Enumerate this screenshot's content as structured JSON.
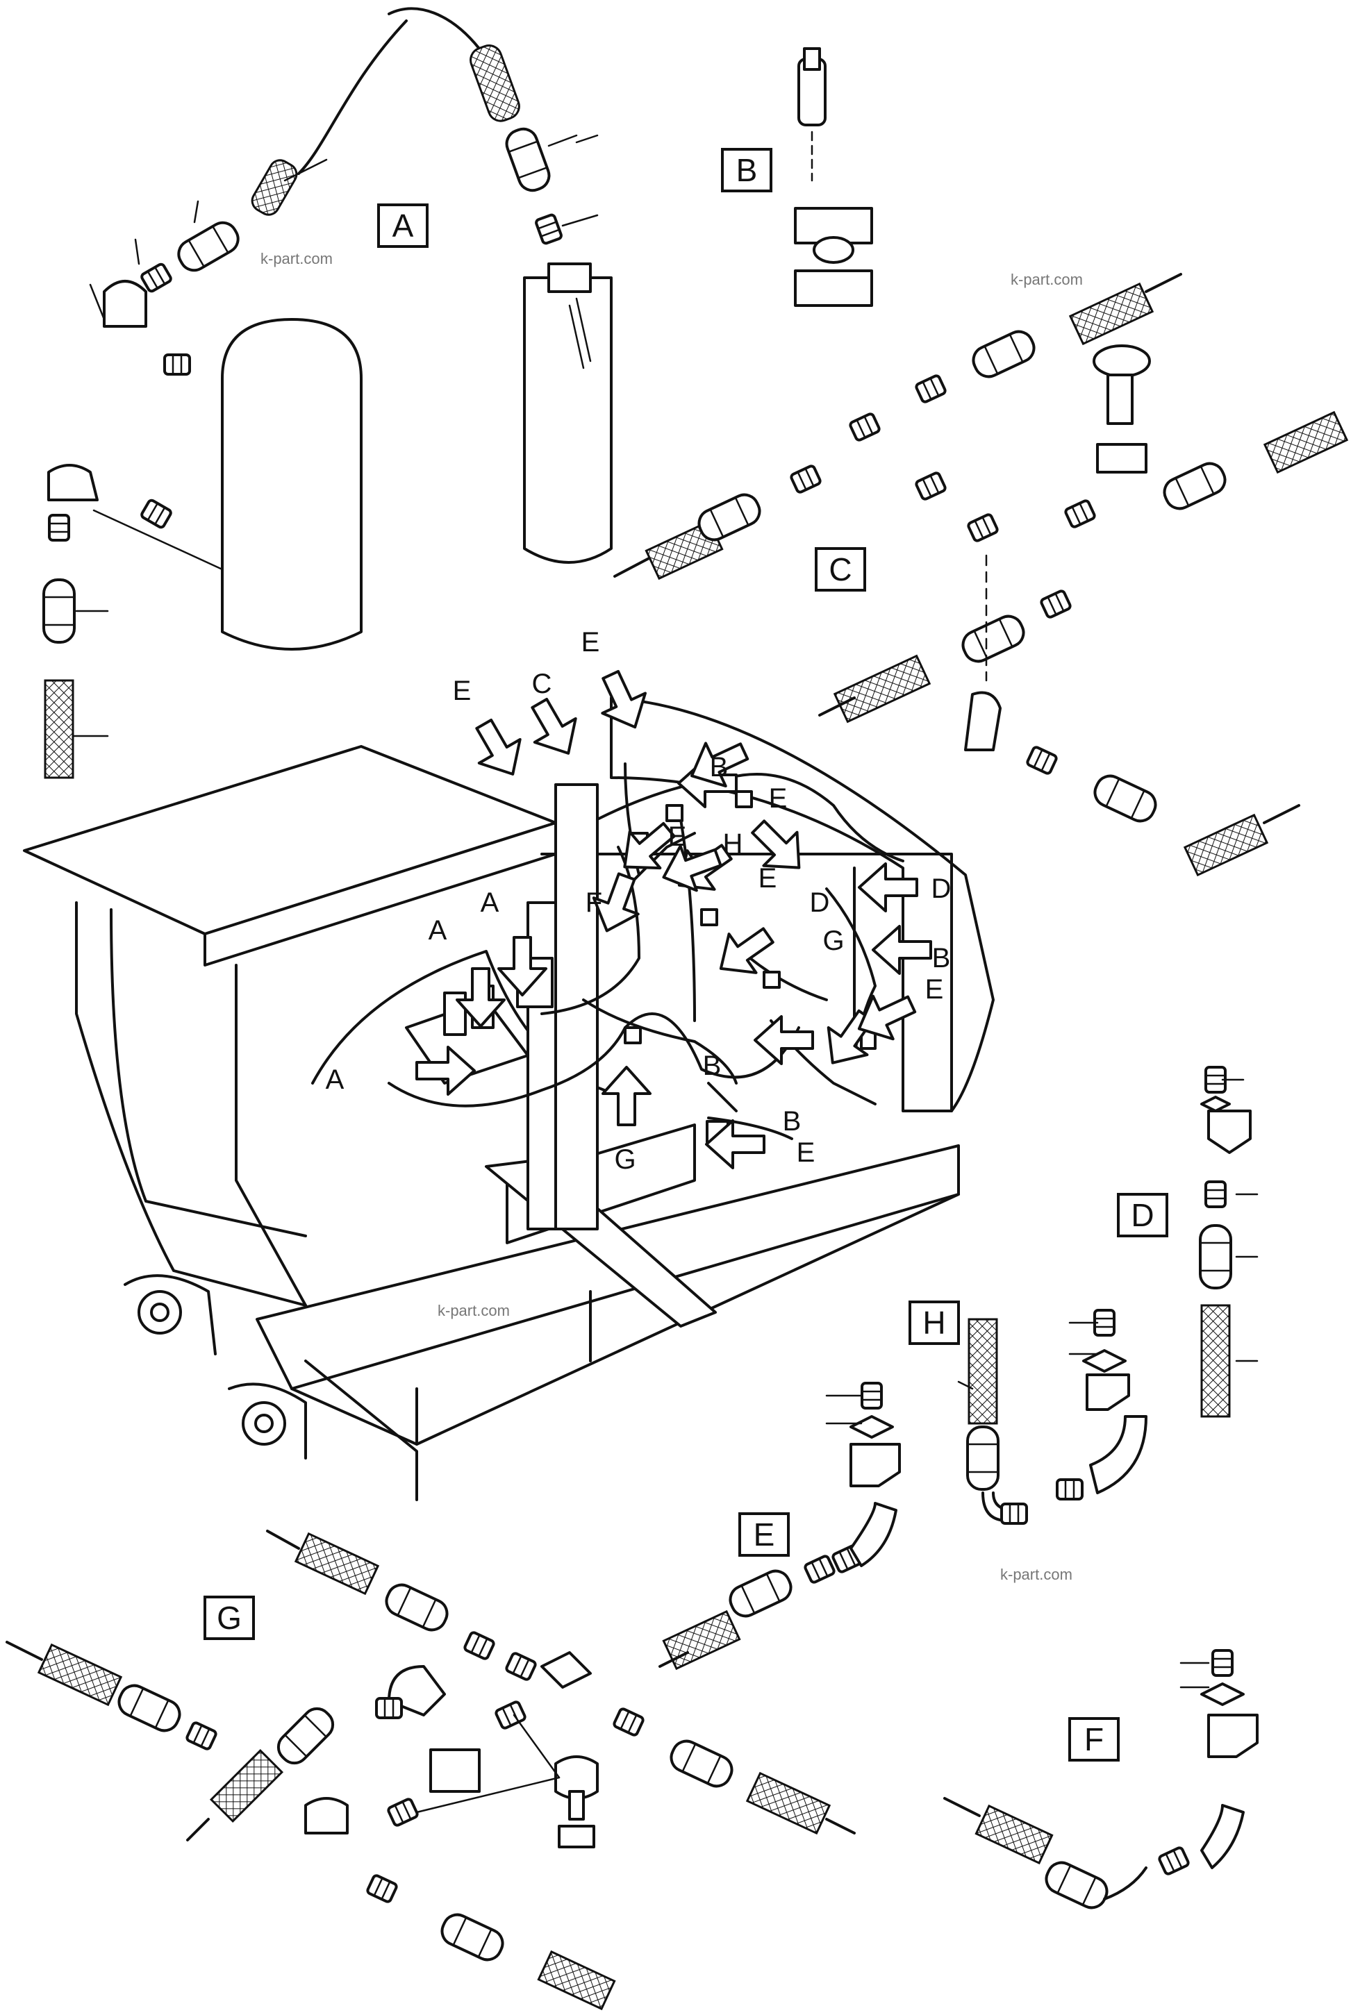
{
  "callouts": [
    {
      "key": "A",
      "label": "A"
    },
    {
      "key": "B",
      "label": "B"
    },
    {
      "key": "C",
      "label": "C"
    },
    {
      "key": "D",
      "label": "D"
    },
    {
      "key": "E",
      "label": "E"
    },
    {
      "key": "F",
      "label": "F"
    },
    {
      "key": "G",
      "label": "G"
    },
    {
      "key": "H",
      "label": "H"
    }
  ],
  "arrow_labels": {
    "a1": "A",
    "a2": "A",
    "a3": "A",
    "b1": "B",
    "b2": "B",
    "b3": "B",
    "b4": "B",
    "c1": "C",
    "d1": "D",
    "d2": "D",
    "e1": "E",
    "e2": "E",
    "e3": "E",
    "e4": "E",
    "e5": "E",
    "e6": "E",
    "e7": "E",
    "f1": "F",
    "g1": "G",
    "g2": "G",
    "h1": "H"
  },
  "watermarks": [
    "k-part.com",
    "k-part.com",
    "k-part.com",
    "k-part.com"
  ]
}
